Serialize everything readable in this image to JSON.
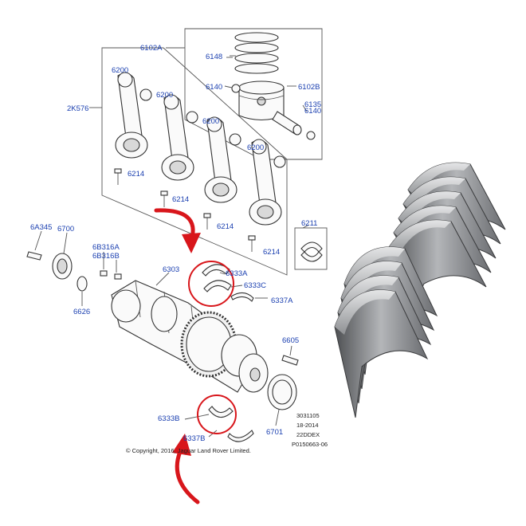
{
  "diagram": {
    "part_labels": {
      "p6102a": "6102A",
      "p6148": "6148",
      "p6140a": "6140",
      "p6102b": "6102B",
      "p6135": "6135",
      "p6140b": "6140",
      "p6200a": "6200",
      "p6200b": "6200",
      "p6200c": "6200",
      "p6200d": "6200",
      "p2k576": "2K576",
      "p6214a": "6214",
      "p6214b": "6214",
      "p6214c": "6214",
      "p6214d": "6214",
      "p6211": "6211",
      "p6a345": "6A345",
      "p6700": "6700",
      "p6b316a": "6B316A",
      "p6b316b": "6B316B",
      "p6303": "6303",
      "p6333a": "6333A",
      "p6333c": "6333C",
      "p6337a": "6337A",
      "p6626": "6626",
      "p6605": "6605",
      "p6333b": "6333B",
      "p6337b": "6337B",
      "p6701": "6701"
    },
    "copyright": "© Copyright, 2016, Jaguar Land Rover Limited.",
    "ref_lines": [
      "3031105",
      "18-2014",
      "22DDEX",
      "P0150663-06"
    ]
  },
  "colors": {
    "label_blue": "#1a3fb0",
    "highlight_red": "#d8161b",
    "bearing_grey": "#7d7f82"
  }
}
